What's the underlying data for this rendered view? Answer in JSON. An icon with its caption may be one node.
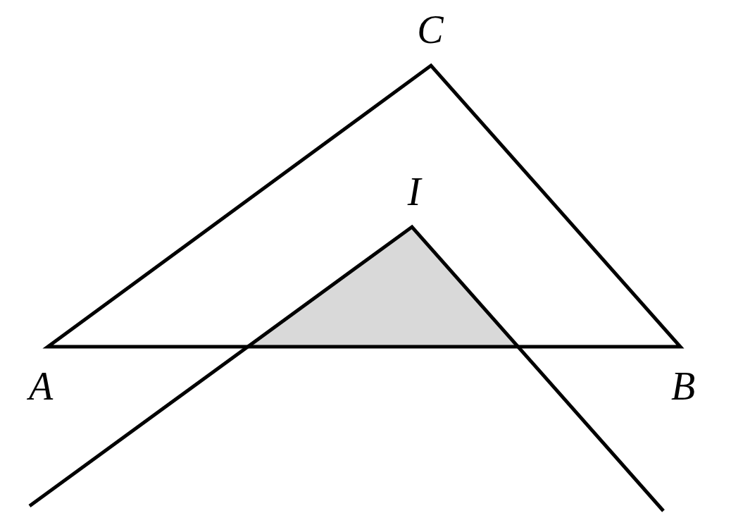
{
  "diagram": {
    "labels": [
      "C",
      "I",
      "A",
      "B"
    ]
  }
}
